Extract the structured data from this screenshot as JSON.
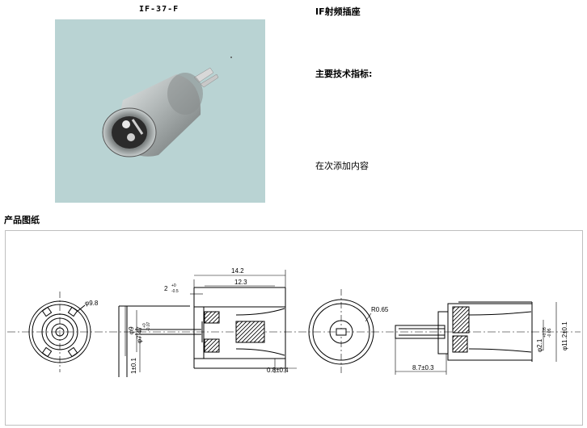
{
  "product": {
    "model": "IF-37-F",
    "name": "IF射频插座",
    "spec_heading": "主要技术指标:",
    "placeholder_text": "在次添加内容"
  },
  "drawing": {
    "section_title": "产品图纸",
    "dims": {
      "d98": "φ9.8",
      "l142": "14.2",
      "l123": "12.3",
      "tol_l": "2",
      "tol_sup": "+0",
      "tol_sub": "-0.5",
      "d9": "φ9",
      "d74": "φ7.47",
      "d74_tol_sup": "+0",
      "d74_tol_sub": "-0.07",
      "h1": "1±0.1",
      "l08": "0.8±0.4",
      "r065": "R0.65",
      "l87": "8.7±0.3",
      "d21": "φ2.1",
      "d21_tol_sup": "+0.05",
      "d21_tol_sub": "-0.05",
      "d112": "φ11.2±0.1"
    }
  }
}
